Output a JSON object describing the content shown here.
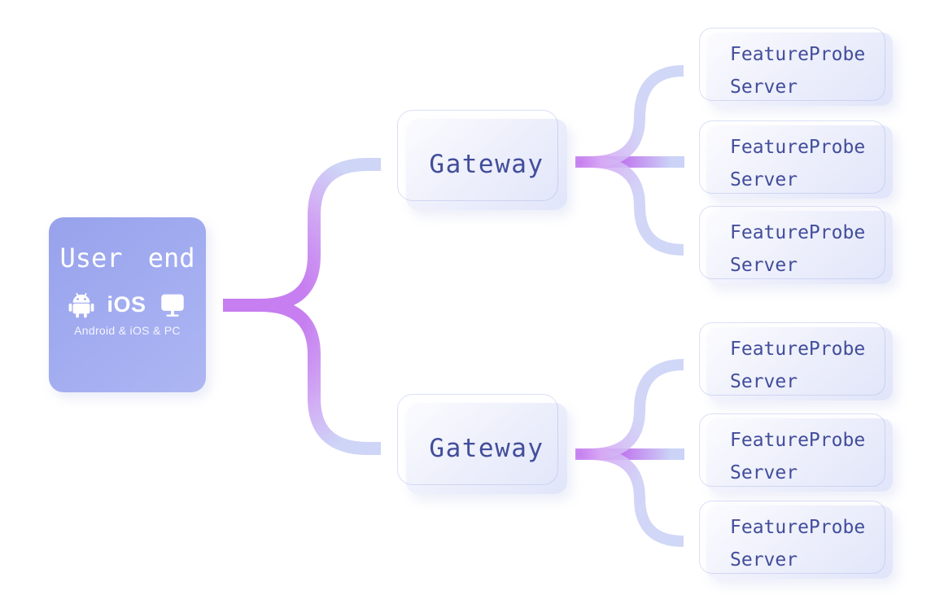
{
  "diagram": {
    "user_end": {
      "title": "User end",
      "platform_label": "iOS",
      "caption": "Android & iOS & PC",
      "icons": [
        "android-icon",
        "pc-monitor-icon"
      ]
    },
    "gateways": [
      {
        "label": "Gateway"
      },
      {
        "label": "Gateway"
      }
    ],
    "servers": [
      {
        "line1": "FeatureProbe",
        "line2": "Server"
      },
      {
        "line1": "FeatureProbe",
        "line2": "Server"
      },
      {
        "line1": "FeatureProbe",
        "line2": "Server"
      },
      {
        "line1": "FeatureProbe",
        "line2": "Server"
      },
      {
        "line1": "FeatureProbe",
        "line2": "Server"
      },
      {
        "line1": "FeatureProbe",
        "line2": "Server"
      }
    ],
    "colors": {
      "connector_violet": "#c478f0",
      "connector_lavender": "#cbd3f6",
      "node_text": "#424d9b",
      "user_box_gradient_start": "#97a2ec",
      "user_box_gradient_end": "#aeb6f3",
      "node_bg_gradient_start": "#fcfcff",
      "node_bg_gradient_end": "#e1e5fa"
    }
  }
}
